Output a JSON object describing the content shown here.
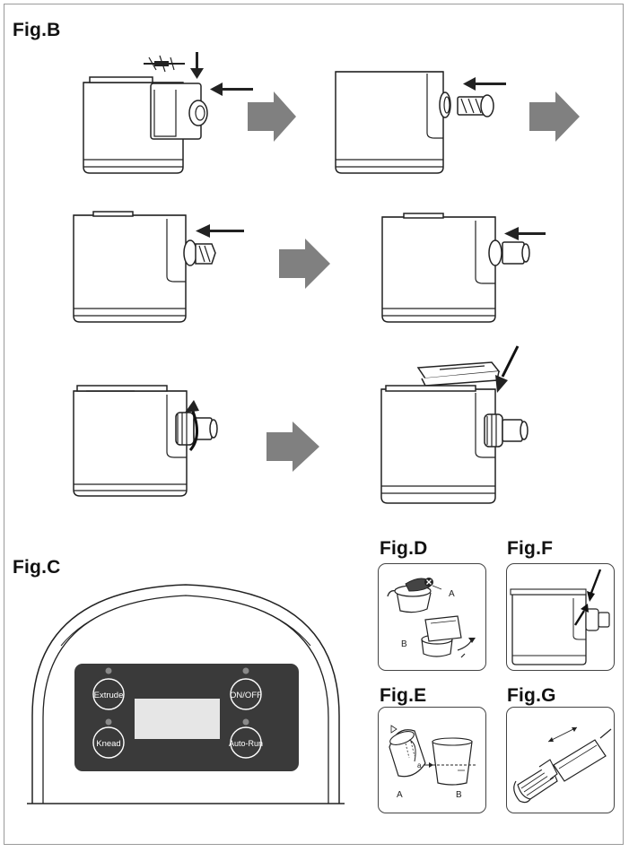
{
  "figures": {
    "b": "Fig.B",
    "c": "Fig.C",
    "d": "Fig.D",
    "e": "Fig.E",
    "f": "Fig.F",
    "g": "Fig.G"
  },
  "control_panel": {
    "extrude": "Extrude",
    "on_off": "ON/OFF",
    "knead": "Knead",
    "auto_run": "Auto-Run"
  },
  "fig_d": {
    "label_a": "A",
    "label_b": "B"
  },
  "fig_e": {
    "label_a": "A",
    "label_b": "B"
  },
  "colors": {
    "ink": "#222222",
    "arrow_gray": "#808080",
    "panel_dark": "#3a3a3a",
    "frame": "#9a9a9a"
  }
}
